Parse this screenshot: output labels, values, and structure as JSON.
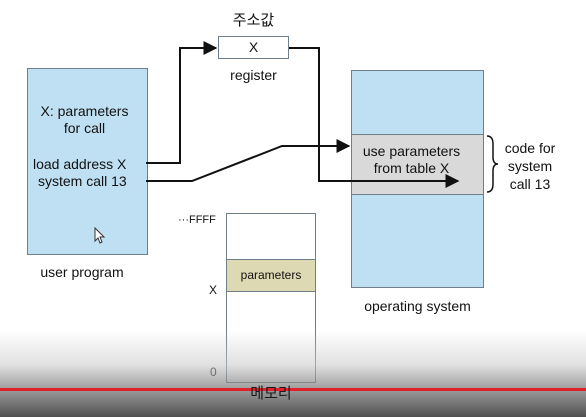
{
  "register": {
    "title": "주소값",
    "value": "X",
    "label": "register"
  },
  "user_program": {
    "line1": "X: parameters",
    "line2": "for call",
    "line3": "load address X",
    "line4": "system call 13",
    "label": "user program"
  },
  "operating_system": {
    "table_line1": "use parameters",
    "table_line2": "from table X",
    "brace_line1": "code for",
    "brace_line2": "system",
    "brace_line3": "call 13",
    "label": "operating system"
  },
  "memory": {
    "top_label": "···FFFF",
    "x_label": "X",
    "zero_label": "0",
    "block_label": "parameters",
    "caption": "메모리"
  },
  "video": {
    "progress": 1.0
  },
  "colors": {
    "box_fill": "#bfe0f2",
    "table_fill": "#d9d9d9",
    "param_fill": "#ddd9b3",
    "progress": "#e0202a"
  }
}
